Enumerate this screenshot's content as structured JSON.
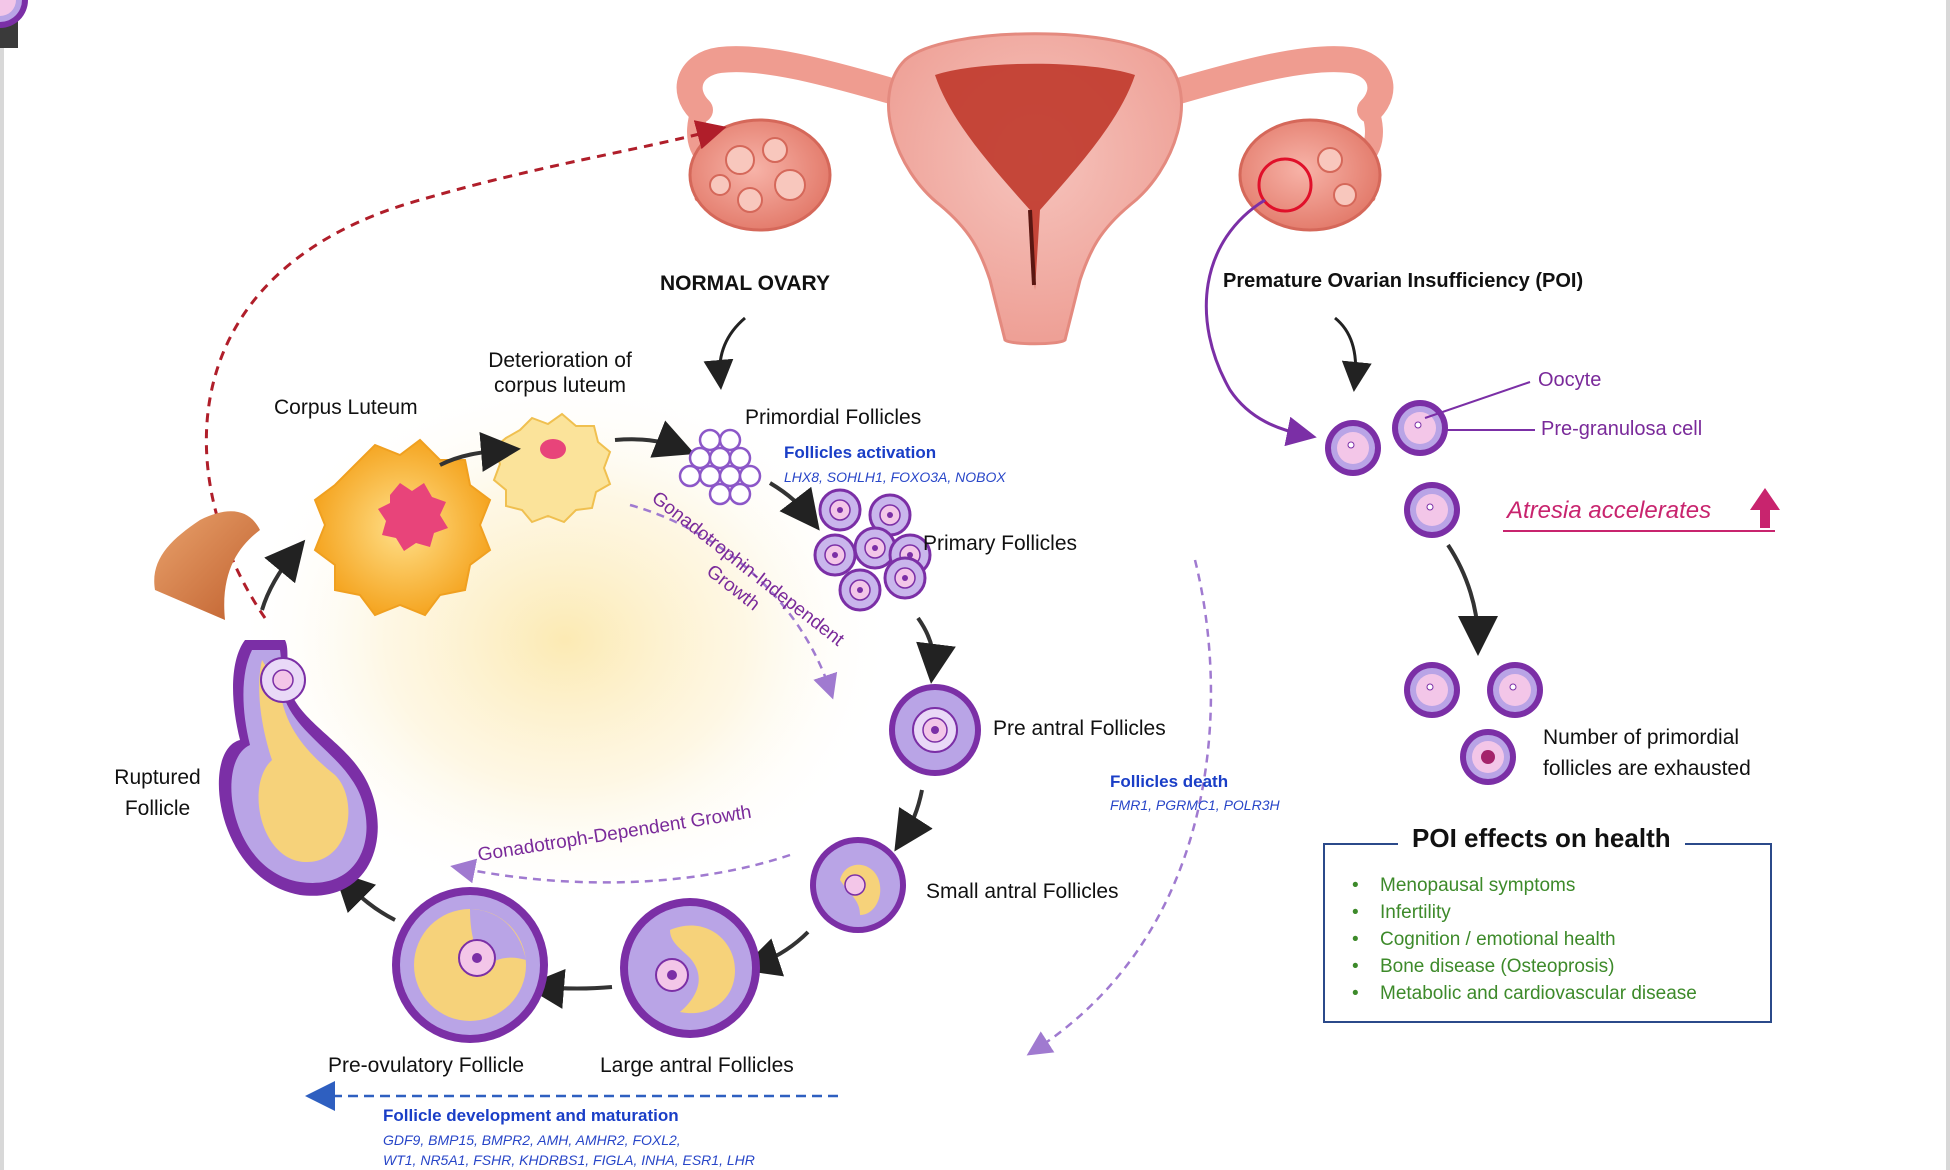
{
  "labels": {
    "normal_ovary": "NORMAL OVARY",
    "poi_title": "Premature Ovarian Insufficiency (POI)",
    "corpus_luteum": "Corpus Luteum",
    "deterioration_line1": "Deterioration of",
    "deterioration_line2": "corpus luteum",
    "primordial": "Primordial Follicles",
    "follicles_activation": "Follicles activation",
    "activation_genes": "LHX8, SOHLH1, FOXO3A, NOBOX",
    "primary": "Primary Follicles",
    "pre_antral": "Pre antral Follicles",
    "small_antral": "Small antral Follicles",
    "large_antral": "Large antral Follicles",
    "pre_ovulatory": "Pre-ovulatory Follicle",
    "ruptured_line1": "Ruptured",
    "ruptured_line2": "Follicle",
    "gonado_independent_line1": "Gonadotrophin-Independent",
    "gonado_independent_line2": "Growth",
    "gonado_dependent": "Gonadotroph-Dependent Growth",
    "follicles_death": "Follicles death",
    "death_genes": "FMR1, PGRMC1, POLR3H",
    "development_title": "Follicle development and maturation",
    "development_genes_line1": "GDF9, BMP15, BMPR2, AMH, AMHR2, FOXL2,",
    "development_genes_line2": "WT1, NR5A1, FSHR, KHDRBS1, FIGLA, INHA, ESR1, LHR",
    "oocyte": "Oocyte",
    "pre_granulosa": "Pre-granulosa cell",
    "atresia": "Atresia accelerates",
    "exhausted_line1": "Number of primordial",
    "exhausted_line2": "follicles are exhausted"
  },
  "poi_effects": {
    "title": "POI effects on health",
    "items": [
      "Menopausal symptoms",
      "Infertility",
      "Cognition / emotional health",
      "Bone disease (Osteoprosis)",
      "Metabolic and cardiovascular disease"
    ]
  },
  "colors": {
    "follicle_purple": "#7b2fa6",
    "follicle_light": "#c9b6ec",
    "oocyte_pink": "#f3c6e8",
    "antrum_yellow": "#f6d27a",
    "corpus_orange": "#f5a623",
    "corpus_pink": "#e8447a",
    "uterus_pink": "#f0a39a",
    "uterus_red": "#c0392b",
    "arrow_dark": "#222222",
    "dashed_red": "#b01e2a",
    "dashed_purple": "#a07ad0",
    "dashed_blue": "#2e5fc0",
    "atresia_magenta": "#c8246e",
    "effects_green": "#3d8a2a",
    "box_border": "#2b4a8a"
  }
}
